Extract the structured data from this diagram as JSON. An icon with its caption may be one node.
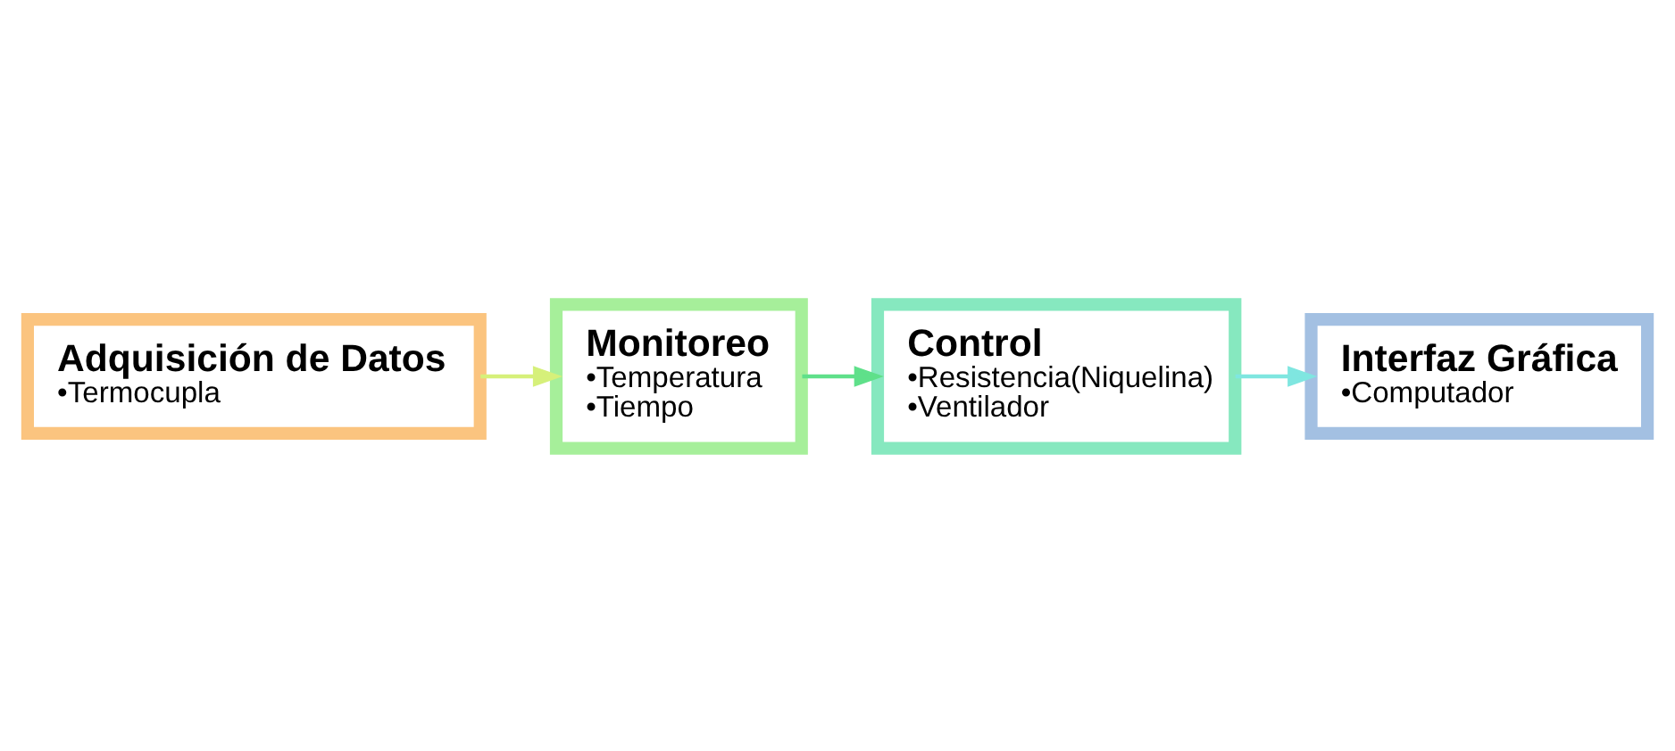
{
  "diagram": {
    "nodes": [
      {
        "text": [
          "Adquisición de Datos",
          "•Termocupla"
        ]
      },
      {
        "text": [
          "Monitoreo",
          "•Temperatura",
          "•Tiempo"
        ]
      },
      {
        "text": [
          "Control",
          "•Resistencia(Niquelina)",
          "•Ventilador"
        ]
      },
      {
        "text": [
          "Interfaz Gráfica",
          "•Computador"
        ]
      }
    ],
    "edges": [
      {
        "from": 0,
        "to": 1,
        "arrow": "to",
        "color": "#d6f07a"
      },
      {
        "from": 1,
        "to": 2,
        "arrow": "to",
        "color": "#5fe08a"
      },
      {
        "from": 2,
        "to": 3,
        "arrow": "to",
        "color": "#7fe6e0"
      }
    ]
  }
}
